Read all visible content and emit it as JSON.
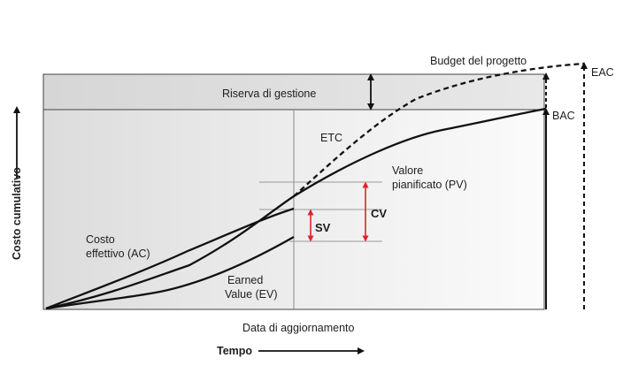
{
  "diagram": {
    "labels": {
      "budget_progetto": "Budget del progetto",
      "riserva_gestione": "Riserva di gestione",
      "eac": "EAC",
      "bac": "BAC",
      "etc": "ETC",
      "valore_pianificato_line1": "Valore",
      "valore_pianificato_line2": "pianificato (PV)",
      "costo_effettivo_line1": "Costo",
      "costo_effettivo_line2": "effettivo (AC)",
      "earned_value_line1": "Earned",
      "earned_value_line2": "Value (EV)",
      "sv": "SV",
      "cv": "CV",
      "data_aggiornamento": "Data di aggiornamento",
      "tempo": "Tempo",
      "costo_cumulativo": "Costo cumulativo"
    },
    "colors": {
      "curve": "#111111",
      "variance_arrow": "#e0242a",
      "panel_fill": "#e6e6e6",
      "reserve_fill": "#d9d9d9",
      "guide": "#9a9a9a"
    }
  }
}
